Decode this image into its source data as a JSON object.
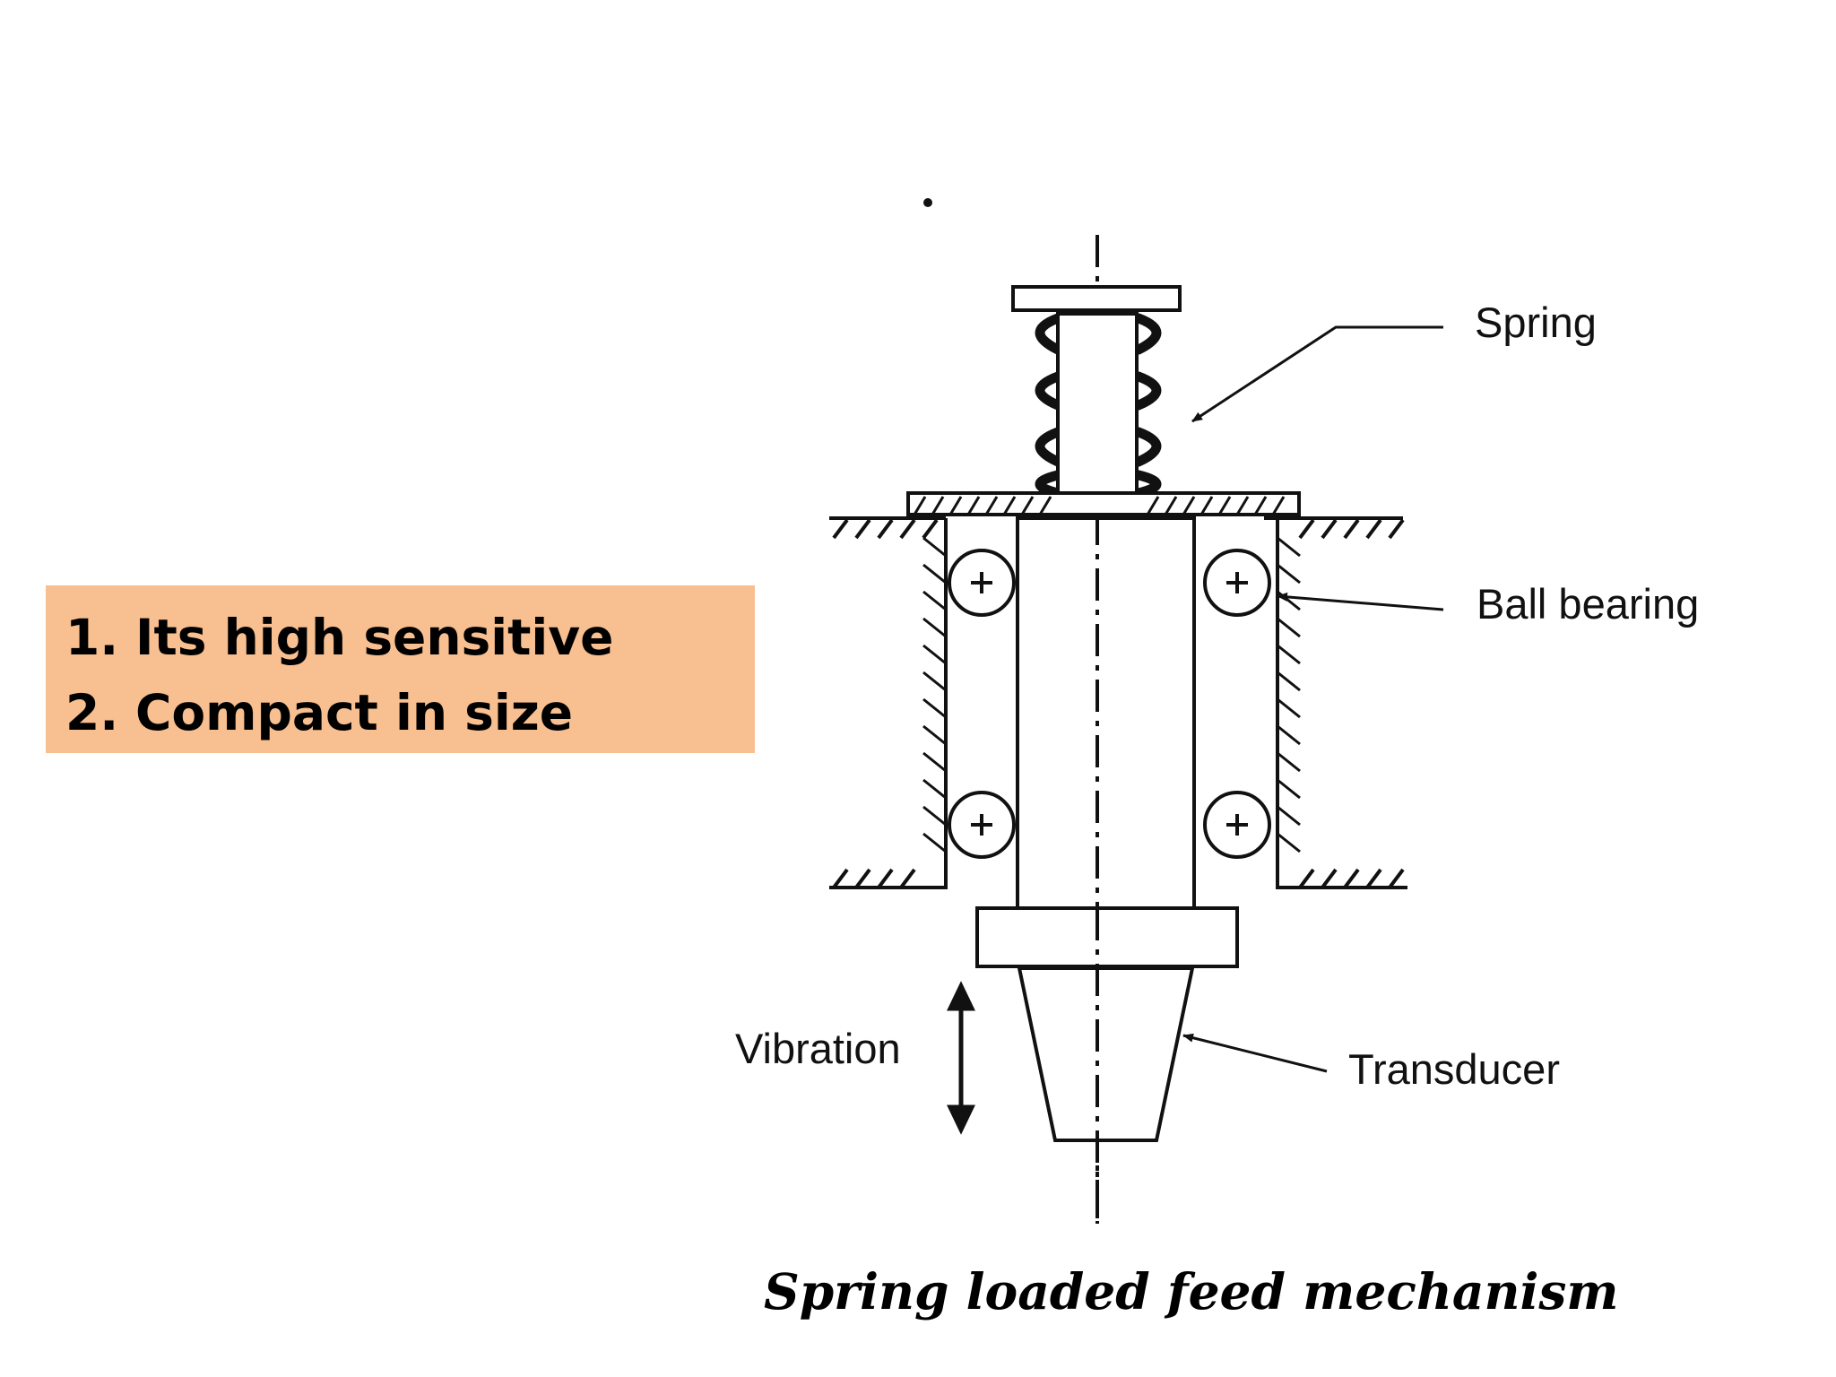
{
  "advantages": {
    "items": [
      {
        "number": "1.",
        "text": "Its high sensitive"
      },
      {
        "number": "2.",
        "text": "Compact in size"
      }
    ]
  },
  "diagram": {
    "labels": {
      "spring": "Spring",
      "ball_bearing": "Ball bearing",
      "vibration": "Vibration",
      "transducer": "Transducer"
    },
    "caption": "Spring loaded feed mechanism"
  },
  "colors": {
    "box_fill": "#f8bf90",
    "line": "#111111"
  }
}
